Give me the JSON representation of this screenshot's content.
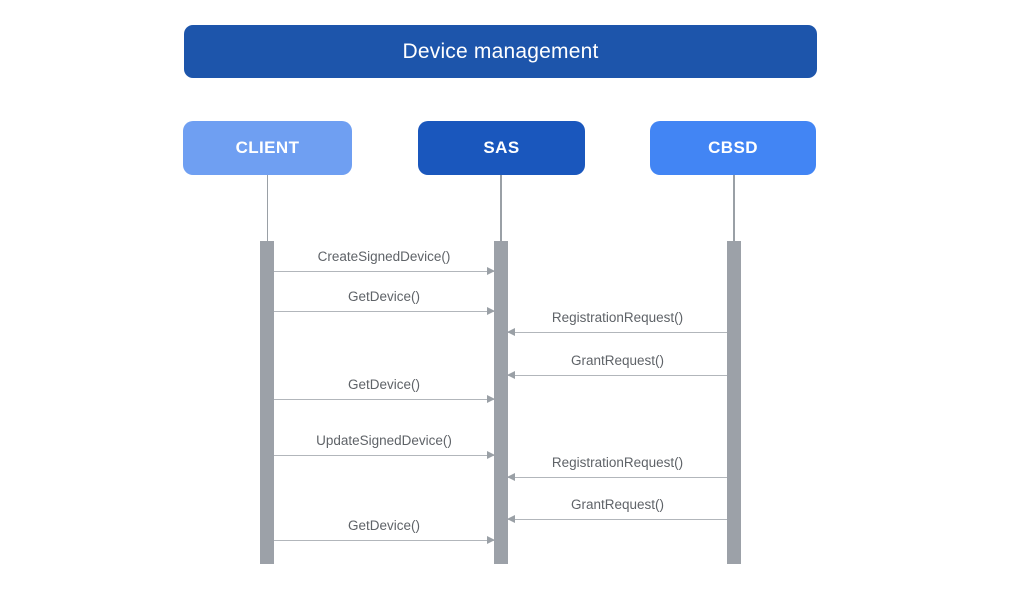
{
  "title": {
    "label": "Device management",
    "color": "#1d55ab",
    "text_color": "#ffffff"
  },
  "actors": [
    {
      "label": "CLIENT",
      "color": "#6f9ff2"
    },
    {
      "label": "SAS",
      "color": "#1a57bd"
    },
    {
      "label": "CBSD",
      "color": "#4285f4"
    }
  ],
  "messages": [
    {
      "label": "CreateSignedDevice()",
      "from": "CLIENT",
      "to": "SAS"
    },
    {
      "label": "GetDevice()",
      "from": "CLIENT",
      "to": "SAS"
    },
    {
      "label": "RegistrationRequest()",
      "from": "CBSD",
      "to": "SAS"
    },
    {
      "label": "GrantRequest()",
      "from": "CBSD",
      "to": "SAS"
    },
    {
      "label": "GetDevice()",
      "from": "CLIENT",
      "to": "SAS"
    },
    {
      "label": "UpdateSignedDevice()",
      "from": "CLIENT",
      "to": "SAS"
    },
    {
      "label": "RegistrationRequest()",
      "from": "CBSD",
      "to": "SAS"
    },
    {
      "label": "GrantRequest()",
      "from": "CBSD",
      "to": "SAS"
    },
    {
      "label": "GetDevice()",
      "from": "CLIENT",
      "to": "SAS"
    }
  ],
  "styles": {
    "message_text_color": "#5f6368",
    "arrow_line_color": "#b2b6bb",
    "arrowhead_color": "#9aa0a6",
    "activation_bar_color": "#9ca1a8",
    "lifeline_color": "#9aa0a6",
    "background_color": "#ffffff"
  }
}
